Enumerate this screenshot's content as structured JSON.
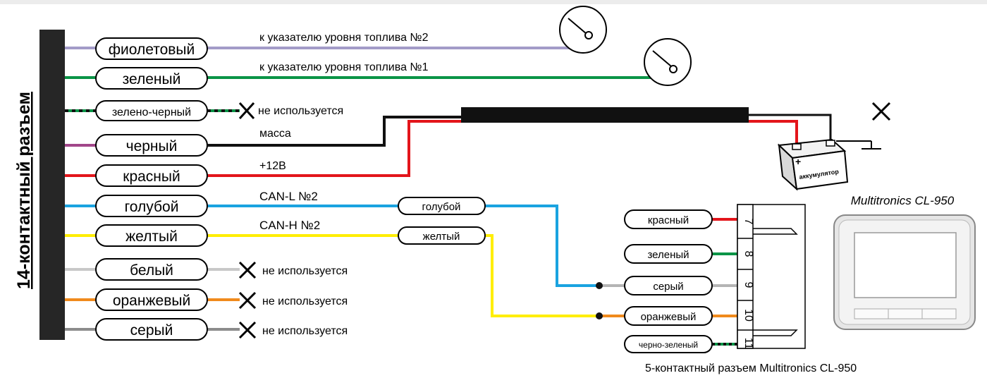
{
  "connector14": {
    "title": "14-контактный разъем"
  },
  "wires": [
    {
      "name": "фиолетовый",
      "color": "#a39bc8",
      "desc": "к указателю уровня топлива №2"
    },
    {
      "name": "зеленый",
      "color": "#0a9446",
      "desc": "к указателю уровня топлива №1"
    },
    {
      "name": "зелено-черный",
      "color": "#0a9446",
      "desc": "не используется"
    },
    {
      "name": "черный",
      "color": "#a2468a",
      "desc": "масса"
    },
    {
      "name": "красный",
      "color": "#e3151b",
      "desc": "+12В"
    },
    {
      "name": "голубой",
      "color": "#1aa3e0",
      "desc": "CAN-L №2",
      "mid": "голубой"
    },
    {
      "name": "желтый",
      "color": "#ffee00",
      "desc": "CAN-H №2",
      "mid": "желтый"
    },
    {
      "name": "белый",
      "color": "#c8c8c8",
      "desc": "не используется"
    },
    {
      "name": "оранжевый",
      "color": "#f08a1c",
      "desc": "не используется"
    },
    {
      "name": "серый",
      "color": "#8c8c8c",
      "desc": "не используется"
    }
  ],
  "battery": {
    "label": "аккумулятор",
    "plus": "+"
  },
  "connector5": {
    "caption": "5-контактный разъем Multitronics CL-950",
    "pins": [
      {
        "num": "7",
        "name": "красный",
        "color": "#e3151b"
      },
      {
        "num": "8",
        "name": "зеленый",
        "color": "#0a9446"
      },
      {
        "num": "9",
        "name": "серый",
        "color": "#b4b4b4"
      },
      {
        "num": "10",
        "name": "оранжевый",
        "color": "#f08a1c"
      },
      {
        "num": "11",
        "name": "черно-зеленый",
        "color": "#0a9446"
      }
    ]
  },
  "device": {
    "title": "Multitronics CL-950"
  }
}
